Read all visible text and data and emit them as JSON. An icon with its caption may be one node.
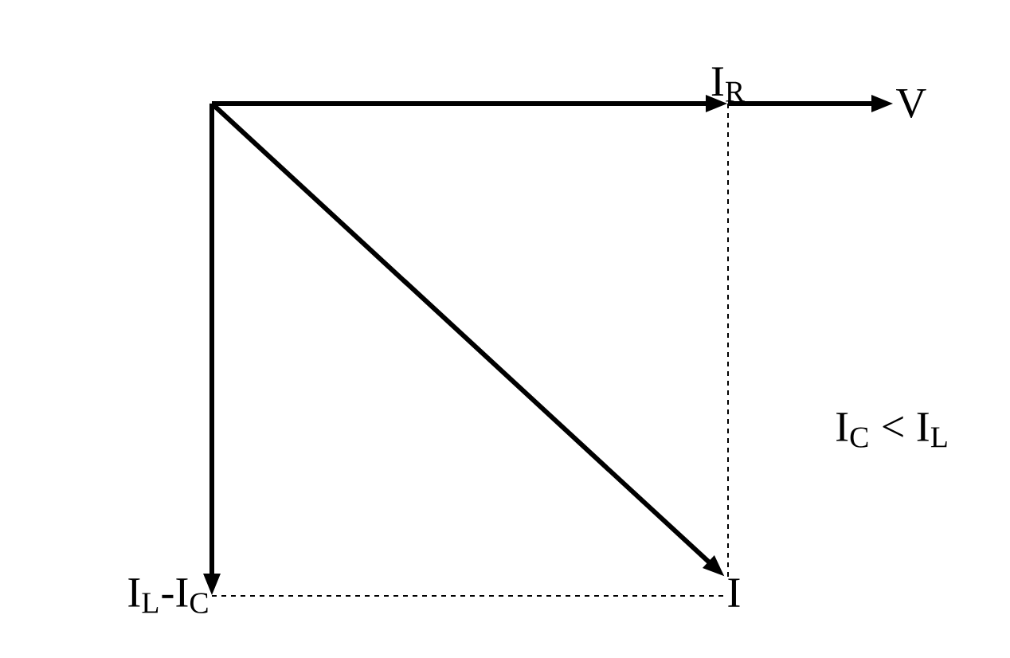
{
  "diagram": {
    "nodes": [
      {
        "text": [
          "I$_{R}$"
        ]
      },
      {
        "text": [
          "V"
        ]
      },
      {
        "text": [
          "I"
        ]
      },
      {
        "text": [
          "I$_{L}$-I$_{C}$"
        ]
      }
    ],
    "edges": [
      {
        "from": null,
        "to": 0,
        "arrow": "to"
      },
      {
        "from": 0,
        "to": 1,
        "arrow": "to"
      },
      {
        "from": null,
        "to": 2,
        "arrow": "to"
      },
      {
        "from": null,
        "to": 3,
        "arrow": "to"
      },
      {
        "from": 0,
        "to": 2,
        "arrow": "none",
        "style": "dashed"
      },
      {
        "from": 3,
        "to": 2,
        "arrow": "none",
        "style": "dashed"
      }
    ],
    "labels": [
      "I$_{C}$ < I$_{L}$"
    ]
  }
}
